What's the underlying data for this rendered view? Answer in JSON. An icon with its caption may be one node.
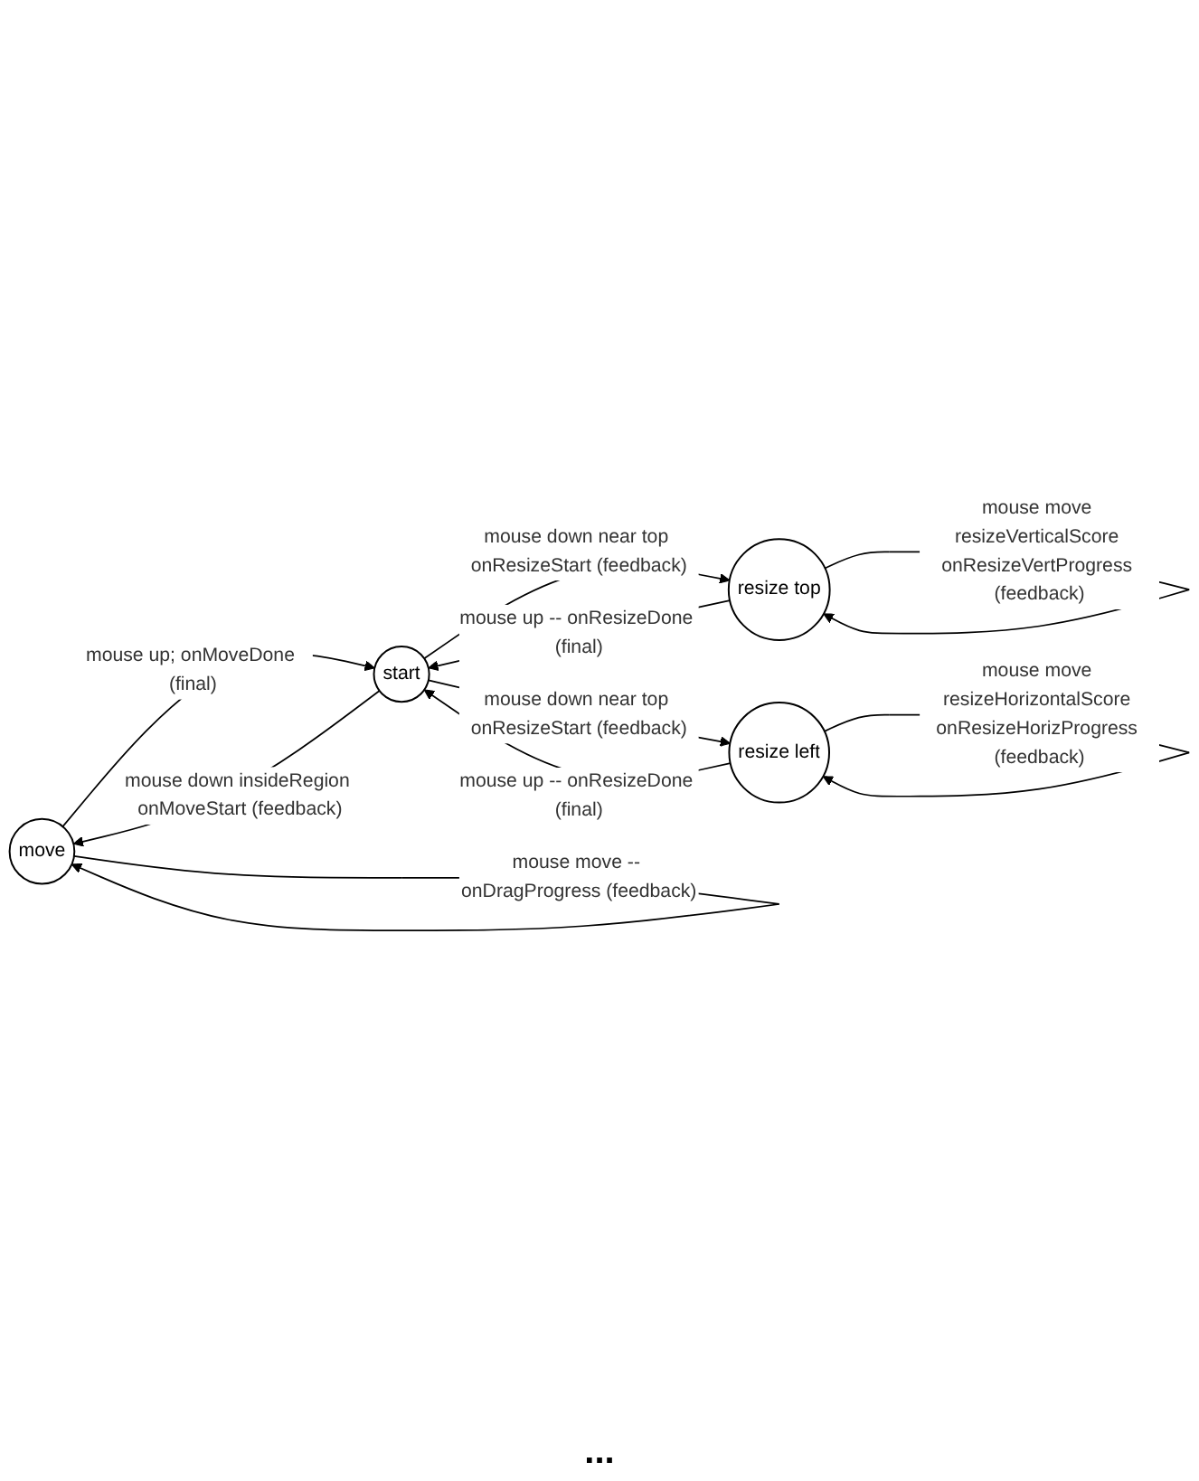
{
  "diagram": {
    "nodes": [
      {
        "text": [
          "move"
        ]
      },
      {
        "text": [
          "start"
        ]
      },
      {
        "text": [
          "resize top"
        ]
      },
      {
        "text": [
          "resize left"
        ]
      }
    ],
    "edges": [
      {
        "from": 0,
        "to": 0,
        "arrow": "to",
        "label": "mouse move -- onDragProgress (feedback)"
      },
      {
        "from": 1,
        "to": 0,
        "arrow": "to",
        "label": "mouse down insideRegion onMoveStart (feedback)"
      },
      {
        "from": 0,
        "to": 1,
        "arrow": "to",
        "label": "mouse up; onMoveDone (final)"
      },
      {
        "from": 1,
        "to": 2,
        "arrow": "to",
        "label": "mouse down near top onResizeStart (feedback)"
      },
      {
        "from": 2,
        "to": 1,
        "arrow": "to",
        "label": "mouse up -- onResizeDone (final)"
      },
      {
        "from": 2,
        "to": 2,
        "arrow": "to",
        "label": "mouse move resizeVerticalScore onResizeVertProgress (feedback)"
      },
      {
        "from": 3,
        "to": 1,
        "arrow": "to",
        "label": "mouse up -- onResizeDone (final)"
      },
      {
        "from": 1,
        "to": 3,
        "arrow": "to",
        "label": "mouse down near top onResizeStart (feedback)"
      },
      {
        "from": 3,
        "to": 3,
        "arrow": "to",
        "label": "mouse move resizeHorizontalScore onResizeHorizProgress (feedback)"
      }
    ],
    "labels": [
      "..."
    ]
  }
}
